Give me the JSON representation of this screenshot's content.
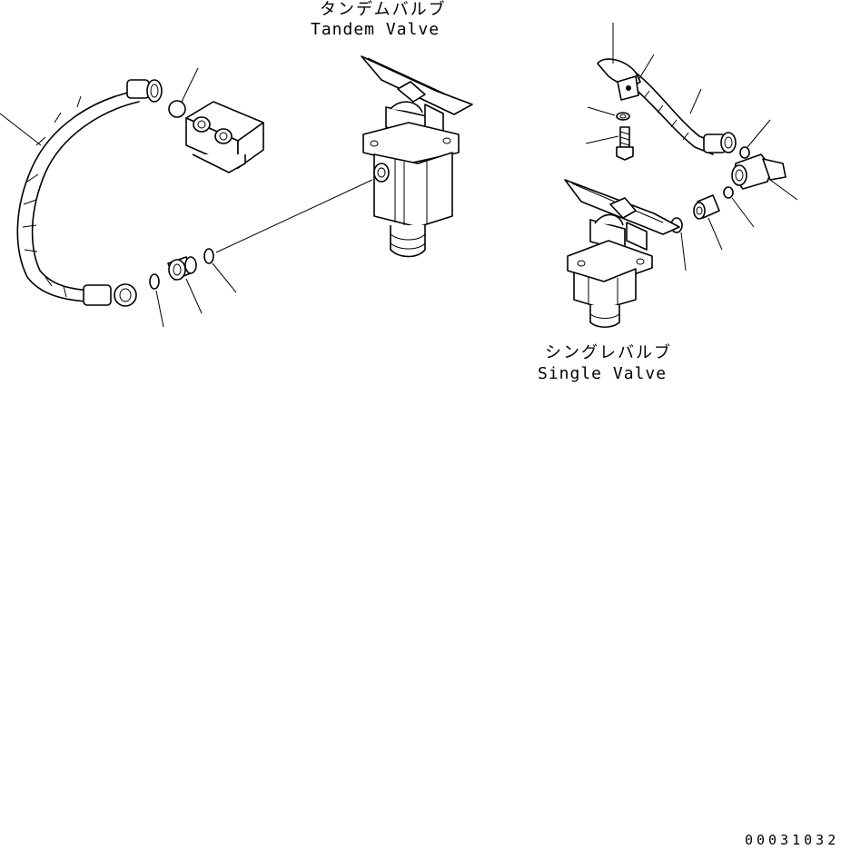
{
  "labels": {
    "tandem_jp": "タンデムバルブ",
    "tandem_en": "Tandem Valve",
    "single_jp": "シングレバルブ",
    "single_en": "Single Valve",
    "drawing_code": "00031032"
  }
}
